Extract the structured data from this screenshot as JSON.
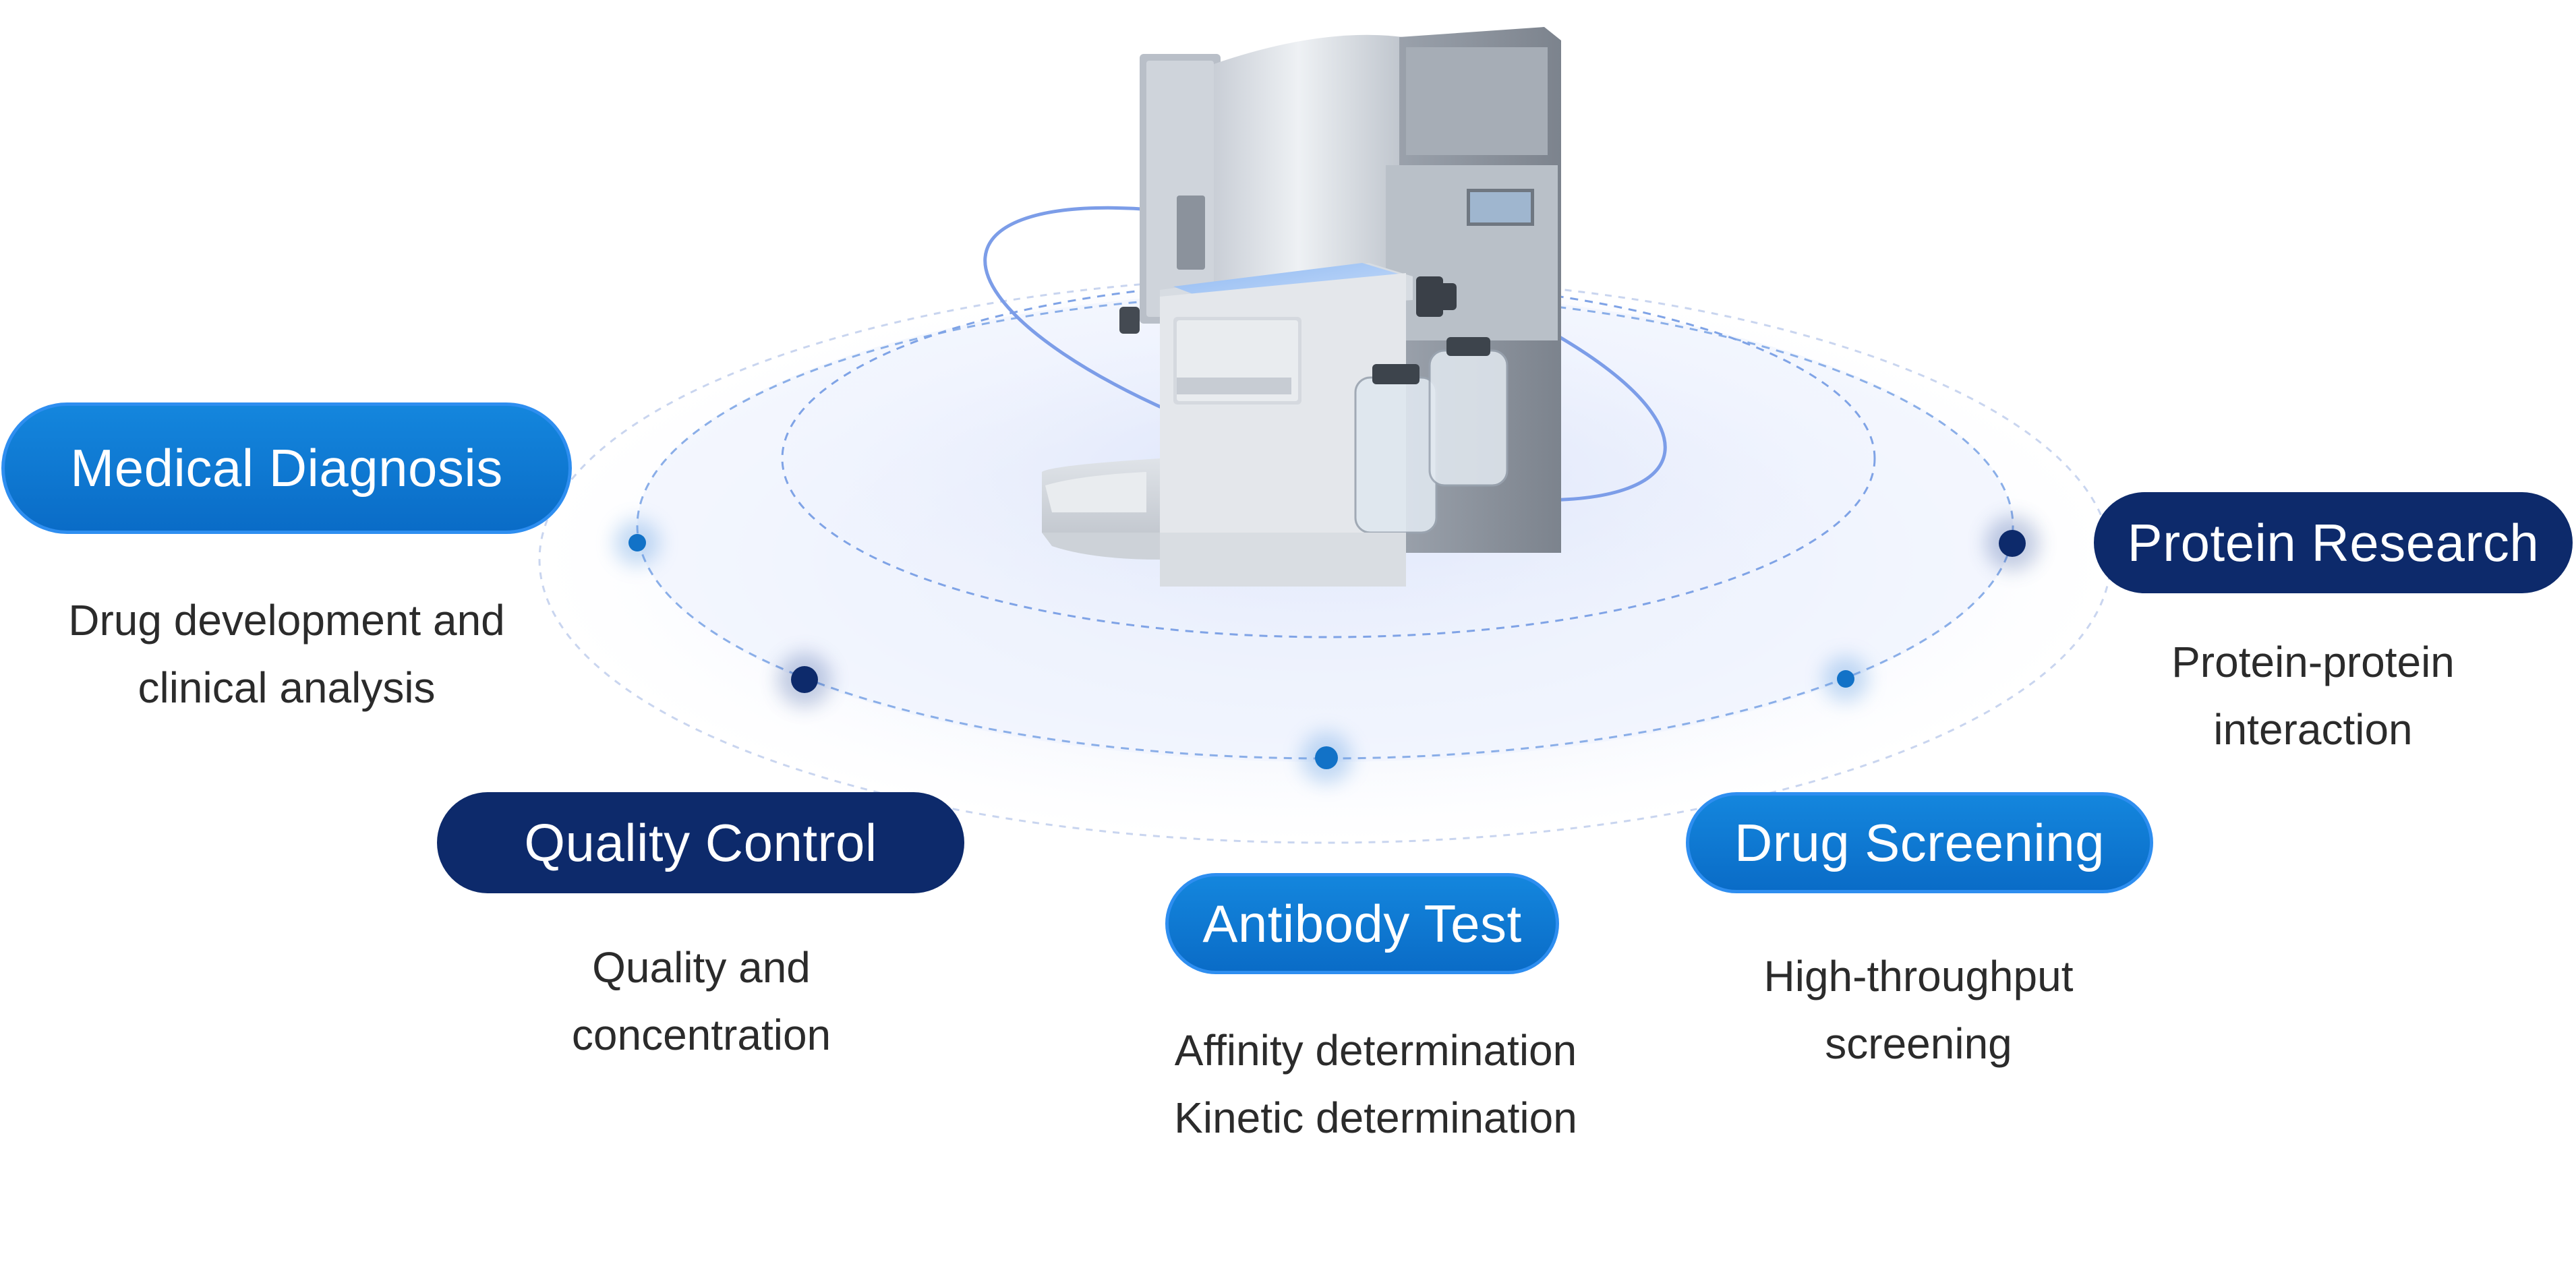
{
  "nodes": [
    {
      "id": "medical-diagnosis",
      "label": "Medical Diagnosis",
      "description": [
        "Drug development and",
        "clinical analysis"
      ],
      "style": "blue"
    },
    {
      "id": "protein-research",
      "label": "Protein Research",
      "description": [
        "Protein-protein",
        "interaction"
      ],
      "style": "navy"
    },
    {
      "id": "quality-control",
      "label": "Quality Control",
      "description": [
        "Quality and",
        "concentration"
      ],
      "style": "navy"
    },
    {
      "id": "antibody-test",
      "label": "Antibody Test",
      "description": [
        "Affinity determination",
        "Kinetic determination"
      ],
      "style": "blue"
    },
    {
      "id": "drug-screening",
      "label": "Drug Screening",
      "description": [
        "High-throughput",
        "screening"
      ],
      "style": "blue"
    }
  ],
  "colors": {
    "pill_blue": "#0a6cc7",
    "pill_navy": "#0d2a6b",
    "dot_blue": "#1272c7",
    "dot_navy": "#0d2a6b",
    "orbit_line": "#8aaee8"
  }
}
